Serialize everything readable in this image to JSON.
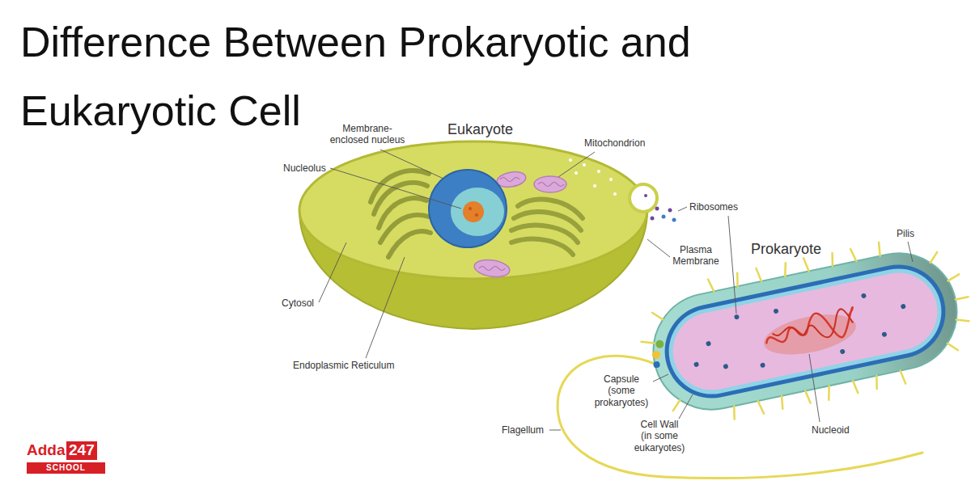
{
  "diagram": {
    "title": "Difference Between Prokaryotic and Eukaryotic Cell",
    "labels": [
      "Eukaryote",
      "Membrane-enclosed nucleus",
      "Nucleolus",
      "Mitochondrion",
      "Ribosomes",
      "Plasma Membrane",
      "Cytosol",
      "Endoplasmic Reticulum",
      "Prokaryote",
      "Pilis",
      "Capsule (some prokaryotes)",
      "Flagellum",
      "Cell Wall (in some eukaryotes)",
      "Nucleoid",
      "Adda",
      "247",
      "SCHOOL"
    ]
  }
}
